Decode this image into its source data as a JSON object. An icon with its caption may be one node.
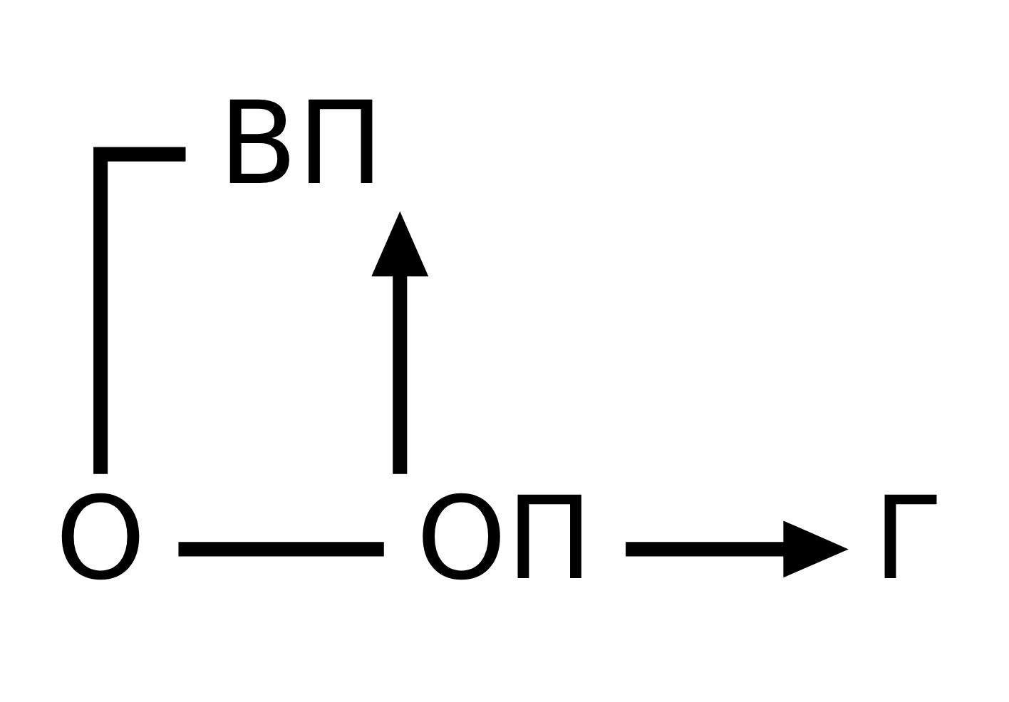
{
  "diagram": {
    "nodes": [
      {
        "text": [
          "ВП"
        ]
      },
      {
        "text": [
          "ОП"
        ]
      },
      {
        "text": [
          "О"
        ]
      },
      {
        "text": [
          "Г"
        ]
      }
    ],
    "edges": [
      {
        "from": 2,
        "to": 1,
        "arrow": "none"
      },
      {
        "from": 2,
        "to": 0,
        "arrow": "none"
      },
      {
        "from": 1,
        "to": 3,
        "arrow": "to"
      },
      {
        "from": 1,
        "to": 0,
        "arrow": "to"
      }
    ]
  }
}
